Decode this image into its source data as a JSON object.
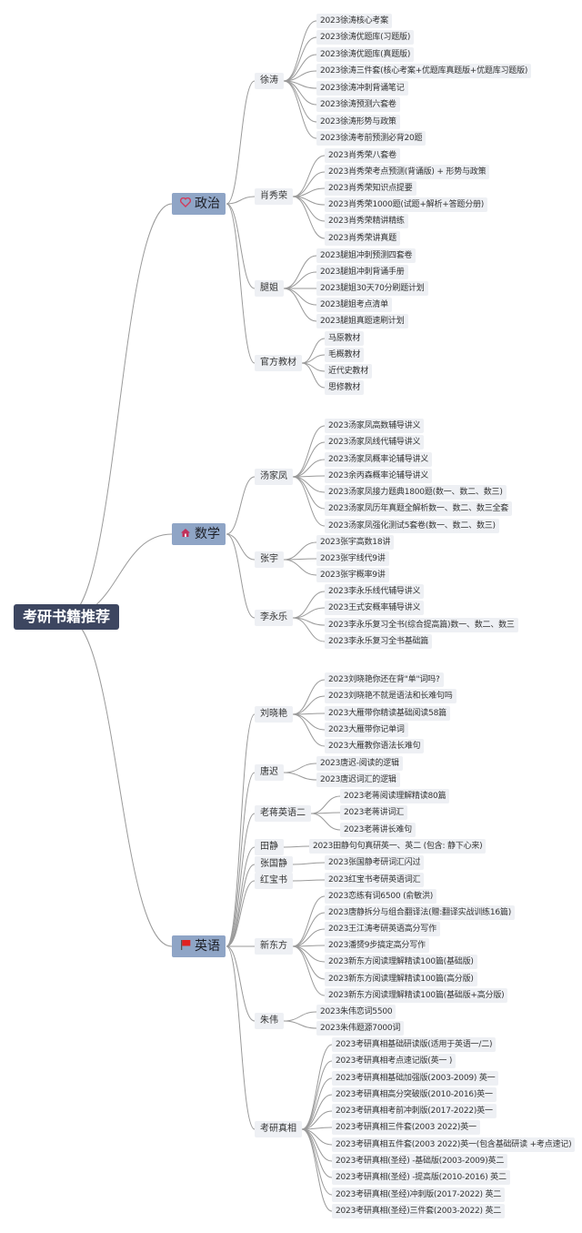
{
  "root": "考研书籍推荐",
  "categories": [
    {
      "label": "政治",
      "icon": "heart-icon",
      "subs": [
        {
          "label": "徐涛",
          "items": [
            "2023徐涛核心考案",
            "2023徐涛优题库(习题版)",
            "2023徐涛优题库(真题版)",
            "2023徐涛三件套(核心考案+优题库真题版+优题库习题版)",
            "2023徐涛冲刺背诵笔记",
            "2023徐涛预测六套卷",
            "2023徐涛形势与政策",
            "2023徐涛考前预测必背20题"
          ]
        },
        {
          "label": "肖秀荣",
          "items": [
            "2023肖秀荣八套卷",
            "2023肖秀荣考点预测(背诵版) + 形势与政策",
            "2023肖秀荣知识点提要",
            "2023肖秀荣1000题(试题+解析+答题分册)",
            "2023肖秀荣精讲精练",
            "2023肖秀荣讲真题"
          ]
        },
        {
          "label": "腿姐",
          "items": [
            "2023腿姐冲刺预测四套卷",
            "2023腿姐冲刺背诵手册",
            "2023腿姐30天70分刷题计划",
            "2023腿姐考点清单",
            "2023腿姐真题速刷计划"
          ]
        },
        {
          "label": "官方教材",
          "items": [
            "马原教材",
            "毛概教材",
            "近代史教材",
            "思修教材"
          ]
        }
      ]
    },
    {
      "label": "数学",
      "icon": "house-icon",
      "subs": [
        {
          "label": "汤家凤",
          "items": [
            "2023汤家凤高数辅导讲义",
            "2023汤家凤线代辅导讲义",
            "2023汤家凤概率论辅导讲义",
            "2023余丙森概率论辅导讲义",
            "2023汤家凤接力题典1800题(数一、数二、数三)",
            "2023汤家凤历年真题全解析数一、数二、数三全套",
            "2023汤家凤强化测试5套卷(数一、数二、数三)"
          ]
        },
        {
          "label": "张宇",
          "items": [
            "2023张宇高数18讲",
            "2023张宇线代9讲",
            "2023张宇概率9讲"
          ]
        },
        {
          "label": "李永乐",
          "items": [
            "2023李永乐线代辅导讲义",
            "2023王式安概率辅导讲义",
            "2023李永乐复习全书(综合提高篇)数一、数二、数三",
            "2023李永乐复习全书基础篇"
          ]
        }
      ]
    },
    {
      "label": "英语",
      "icon": "flag-icon",
      "subs": [
        {
          "label": "刘晓艳",
          "items": [
            "2023刘晓艳你还在背\"单\"词吗?",
            "2023刘晓艳不就是语法和长难句吗",
            "2023大雁带你精读基础阅读58篇",
            "2023大雁带你记单词",
            "2023大雁教你语法长难句"
          ]
        },
        {
          "label": "唐迟",
          "items": [
            "2023唐迟-阅读的逻辑",
            "2023唐迟词汇的逻辑"
          ]
        },
        {
          "label": "老蒋英语二",
          "items": [
            "2023老蒋阅读理解精读80篇",
            "2023老蒋讲词汇",
            "2023老蒋讲长难句"
          ]
        },
        {
          "label": "田静",
          "items": [
            "2023田静句句真研英一、英二 (包含: 静下心来)"
          ]
        },
        {
          "label": "张国静",
          "items": [
            "2023张国静考研词汇闪过"
          ]
        },
        {
          "label": "红宝书",
          "items": [
            "2023红宝书考研英语词汇"
          ]
        },
        {
          "label": "新东方",
          "items": [
            "2023恋练有词6500 (俞敏洪)",
            "2023唐静拆分与组合翻译法(赠:翻译实战训练16篇)",
            "2023王江涛考研英语高分写作",
            "2023潘赟9步搞定高分写作",
            "2023新东方阅读理解精读100篇(基础版)",
            "2023新东方阅读理解精读100篇(高分版)",
            "2023新东方阅读理解精读100篇(基础版+高分版)"
          ]
        },
        {
          "label": "朱伟",
          "items": [
            "2023朱伟恋词5500",
            "2023朱伟题源7000词"
          ]
        },
        {
          "label": "考研真相",
          "items": [
            "2023考研真相基础研读版(适用于英语一/二)",
            "2023考研真相考点速记版(英一 )",
            "2023考研真相基础加强版(2003-2009) 英一",
            "2023考研真相高分突破版(2010-2016)英一",
            "2023考研真相考前冲刺版(2017-2022)英一",
            "2023考研真相三件套(2003 2022)英一",
            "2023考研真相五件套(2003 2022)英一(包含基础研读 +考点速记)",
            "2023考研真相(圣经) -基础版(2003-2009)英二",
            "2023考研真相(圣经) -提高版(2010-2016) 英二",
            "2023考研真相(圣经)冲刺版(2017-2022) 英二",
            "2023考研真相(圣经)三件套(2003-2022) 英二"
          ]
        }
      ]
    }
  ],
  "colors": {
    "root_bg": "#3d4660",
    "category_bg": "#8fa5c6",
    "node_bg": "#eef0f4",
    "line": "#9a9a9a",
    "heart": "#d23a5a",
    "house": "#c0305a",
    "flag": "#e02020"
  }
}
